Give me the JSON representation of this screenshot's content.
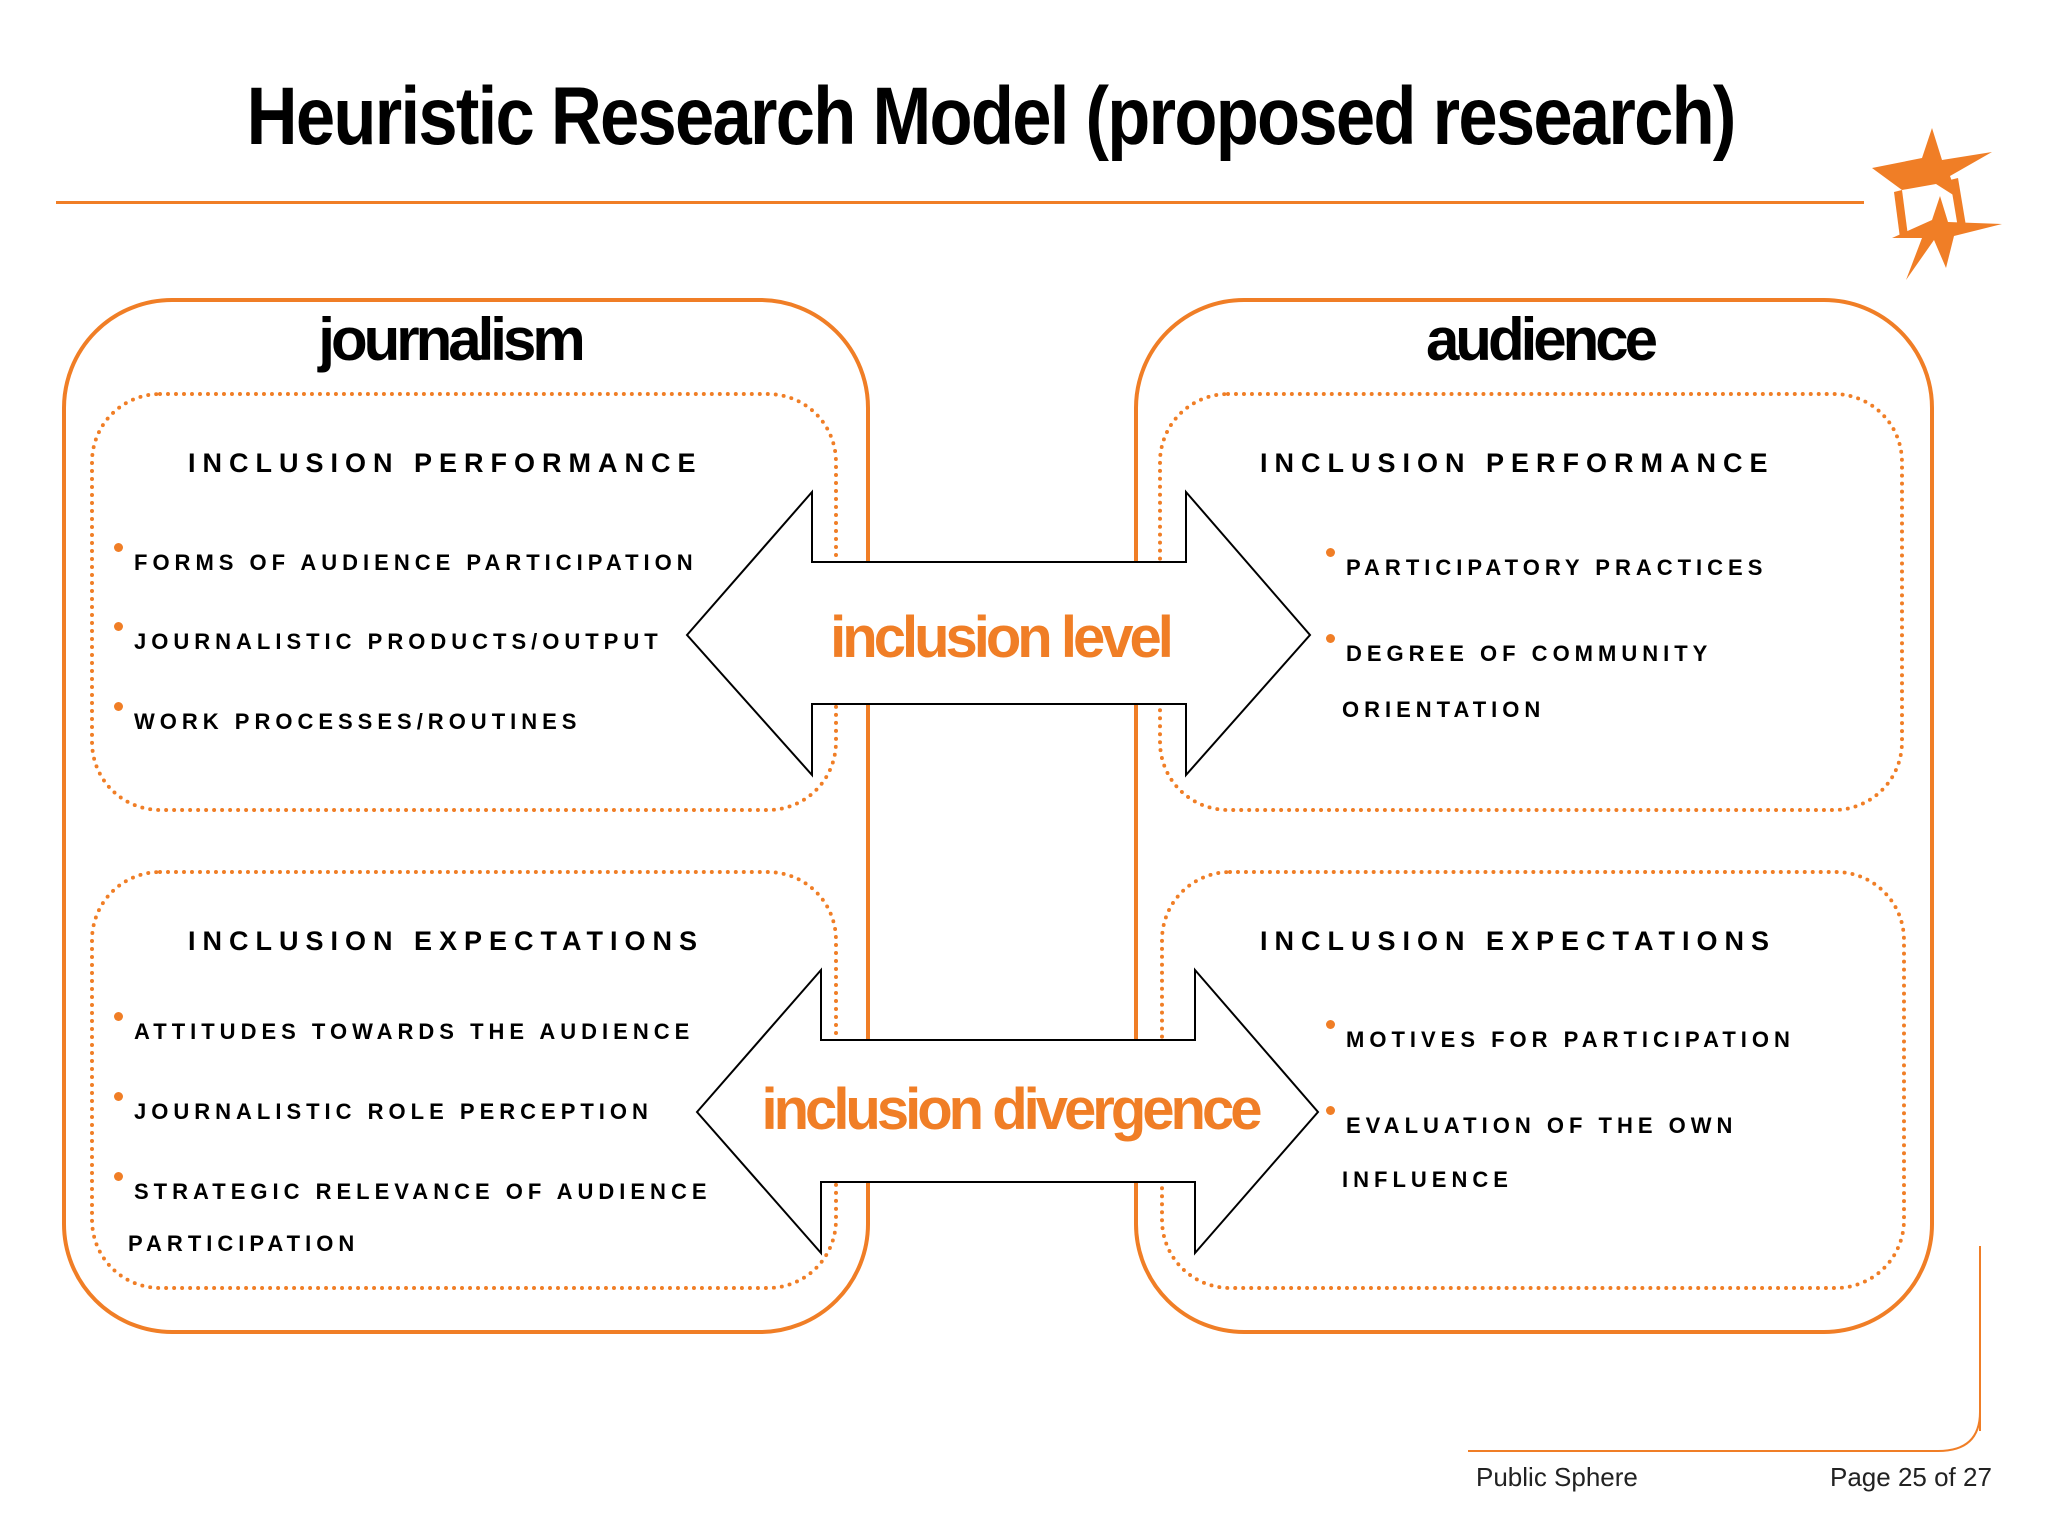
{
  "slide": {
    "title": "Heuristic Research Model (proposed research)"
  },
  "journalism": {
    "heading": "journalism",
    "performance": {
      "heading": "INCLUSION PERFORMANCE",
      "items": [
        "FORMS OF AUDIENCE PARTICIPATION",
        "JOURNALISTIC PRODUCTS/OUTPUT",
        "WORK PROCESSES/ROUTINES"
      ]
    },
    "expectations": {
      "heading": "INCLUSION EXPECTATIONS",
      "items": [
        "ATTITUDES TOWARDS THE AUDIENCE",
        "JOURNALISTIC ROLE PERCEPTION",
        "STRATEGIC RELEVANCE OF AUDIENCE",
        "PARTICIPATION"
      ]
    }
  },
  "audience": {
    "heading": "audience",
    "performance": {
      "heading": "INCLUSION PERFORMANCE",
      "items": [
        "PARTICIPATORY PRACTICES",
        "DEGREE OF COMMUNITY",
        "ORIENTATION"
      ]
    },
    "expectations": {
      "heading": "INCLUSION EXPECTATIONS",
      "items": [
        "MOTIVES FOR PARTICIPATION",
        "EVALUATION OF THE OWN",
        "INFLUENCE"
      ]
    }
  },
  "arrows": {
    "top_label": "inclusion level",
    "bottom_label": "inclusion divergence"
  },
  "footer": {
    "left": "Public Sphere",
    "right": "Page 25 of 27"
  },
  "colors": {
    "accent": "#F07E26",
    "text": "#000000"
  }
}
